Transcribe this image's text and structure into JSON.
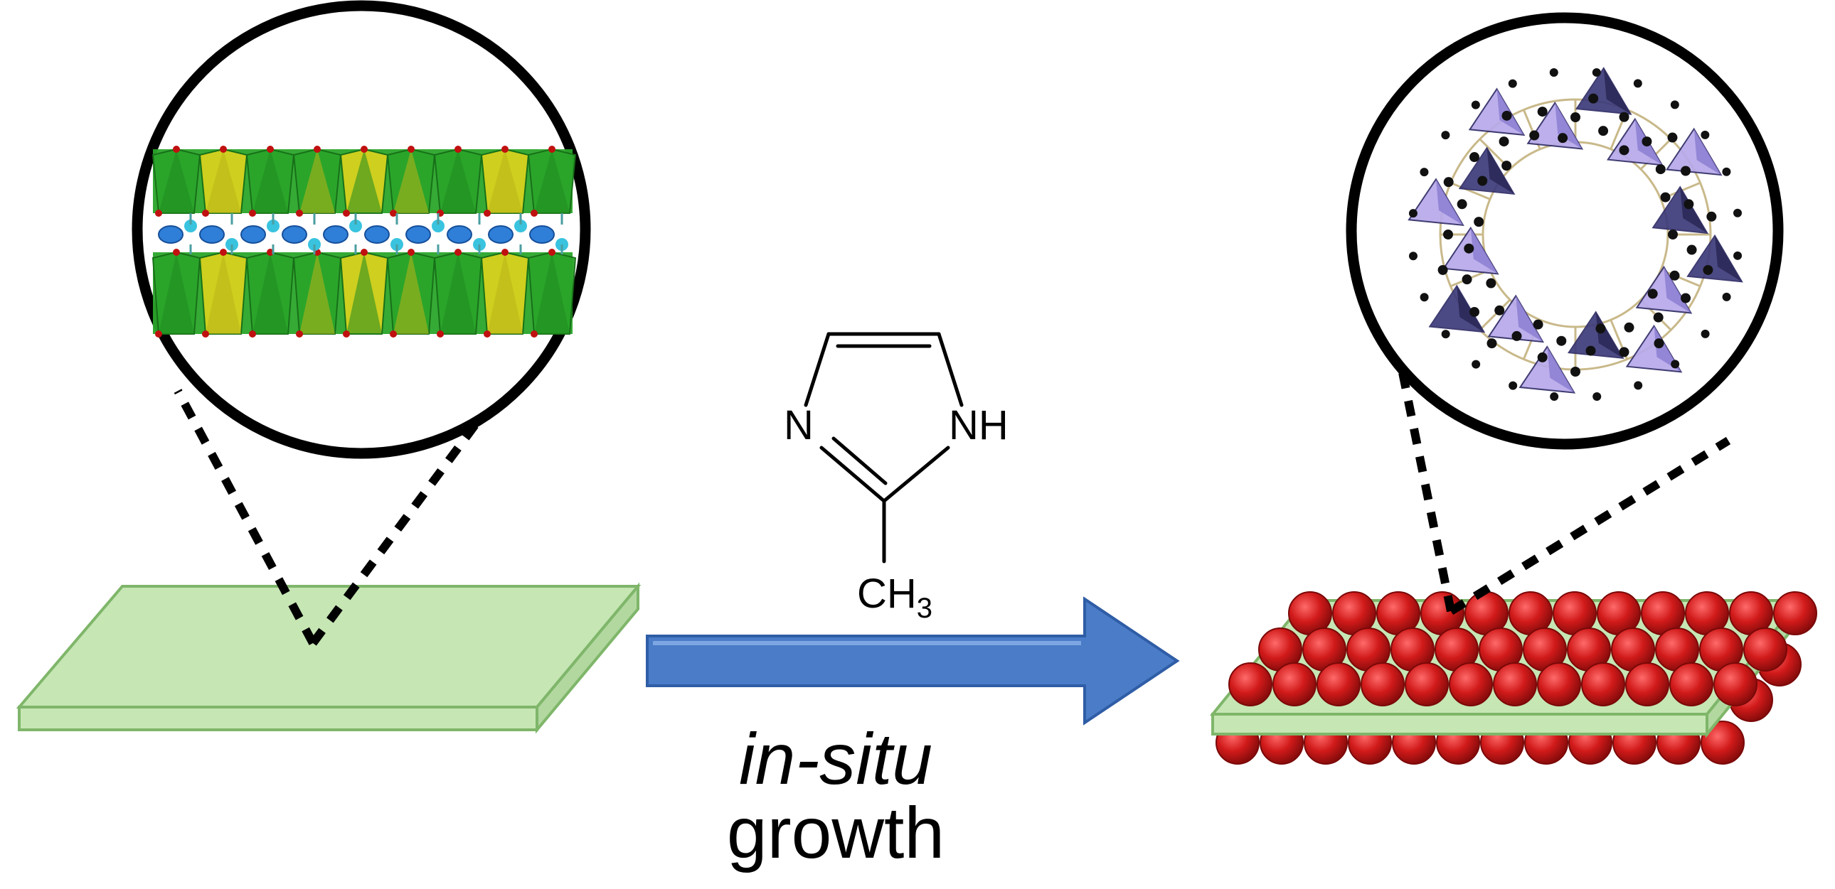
{
  "colors": {
    "substrate_fill": "#c6e6b4",
    "substrate_edge": "#7fb66a",
    "arrow_fill": "#4a7cc8",
    "arrow_edge": "#2f5da6",
    "particle": "#d11a1a",
    "particle_highlight": "#ff6a6a",
    "ldh_green": "#2aa52a",
    "ldh_yellow": "#d8d21e",
    "interlayer_blue": "#2f7fd8",
    "interlayer_cyan": "#39c3df",
    "zif_tetrahedron": "#b7a9ea",
    "zif_tetrahedron_dark": "#3d3b7a",
    "zif_atom": "#111111"
  },
  "icons": {
    "left_zoom": "ldh-crystal-structure",
    "right_zoom": "zif-framework-structure",
    "reagent": "2-methylimidazole-structure"
  },
  "reagent": {
    "n_label": "N",
    "nh_label": "NH",
    "methyl_label": "CH",
    "methyl_subscript": "3"
  },
  "process": {
    "line1": "in-situ",
    "line2": "growth"
  }
}
